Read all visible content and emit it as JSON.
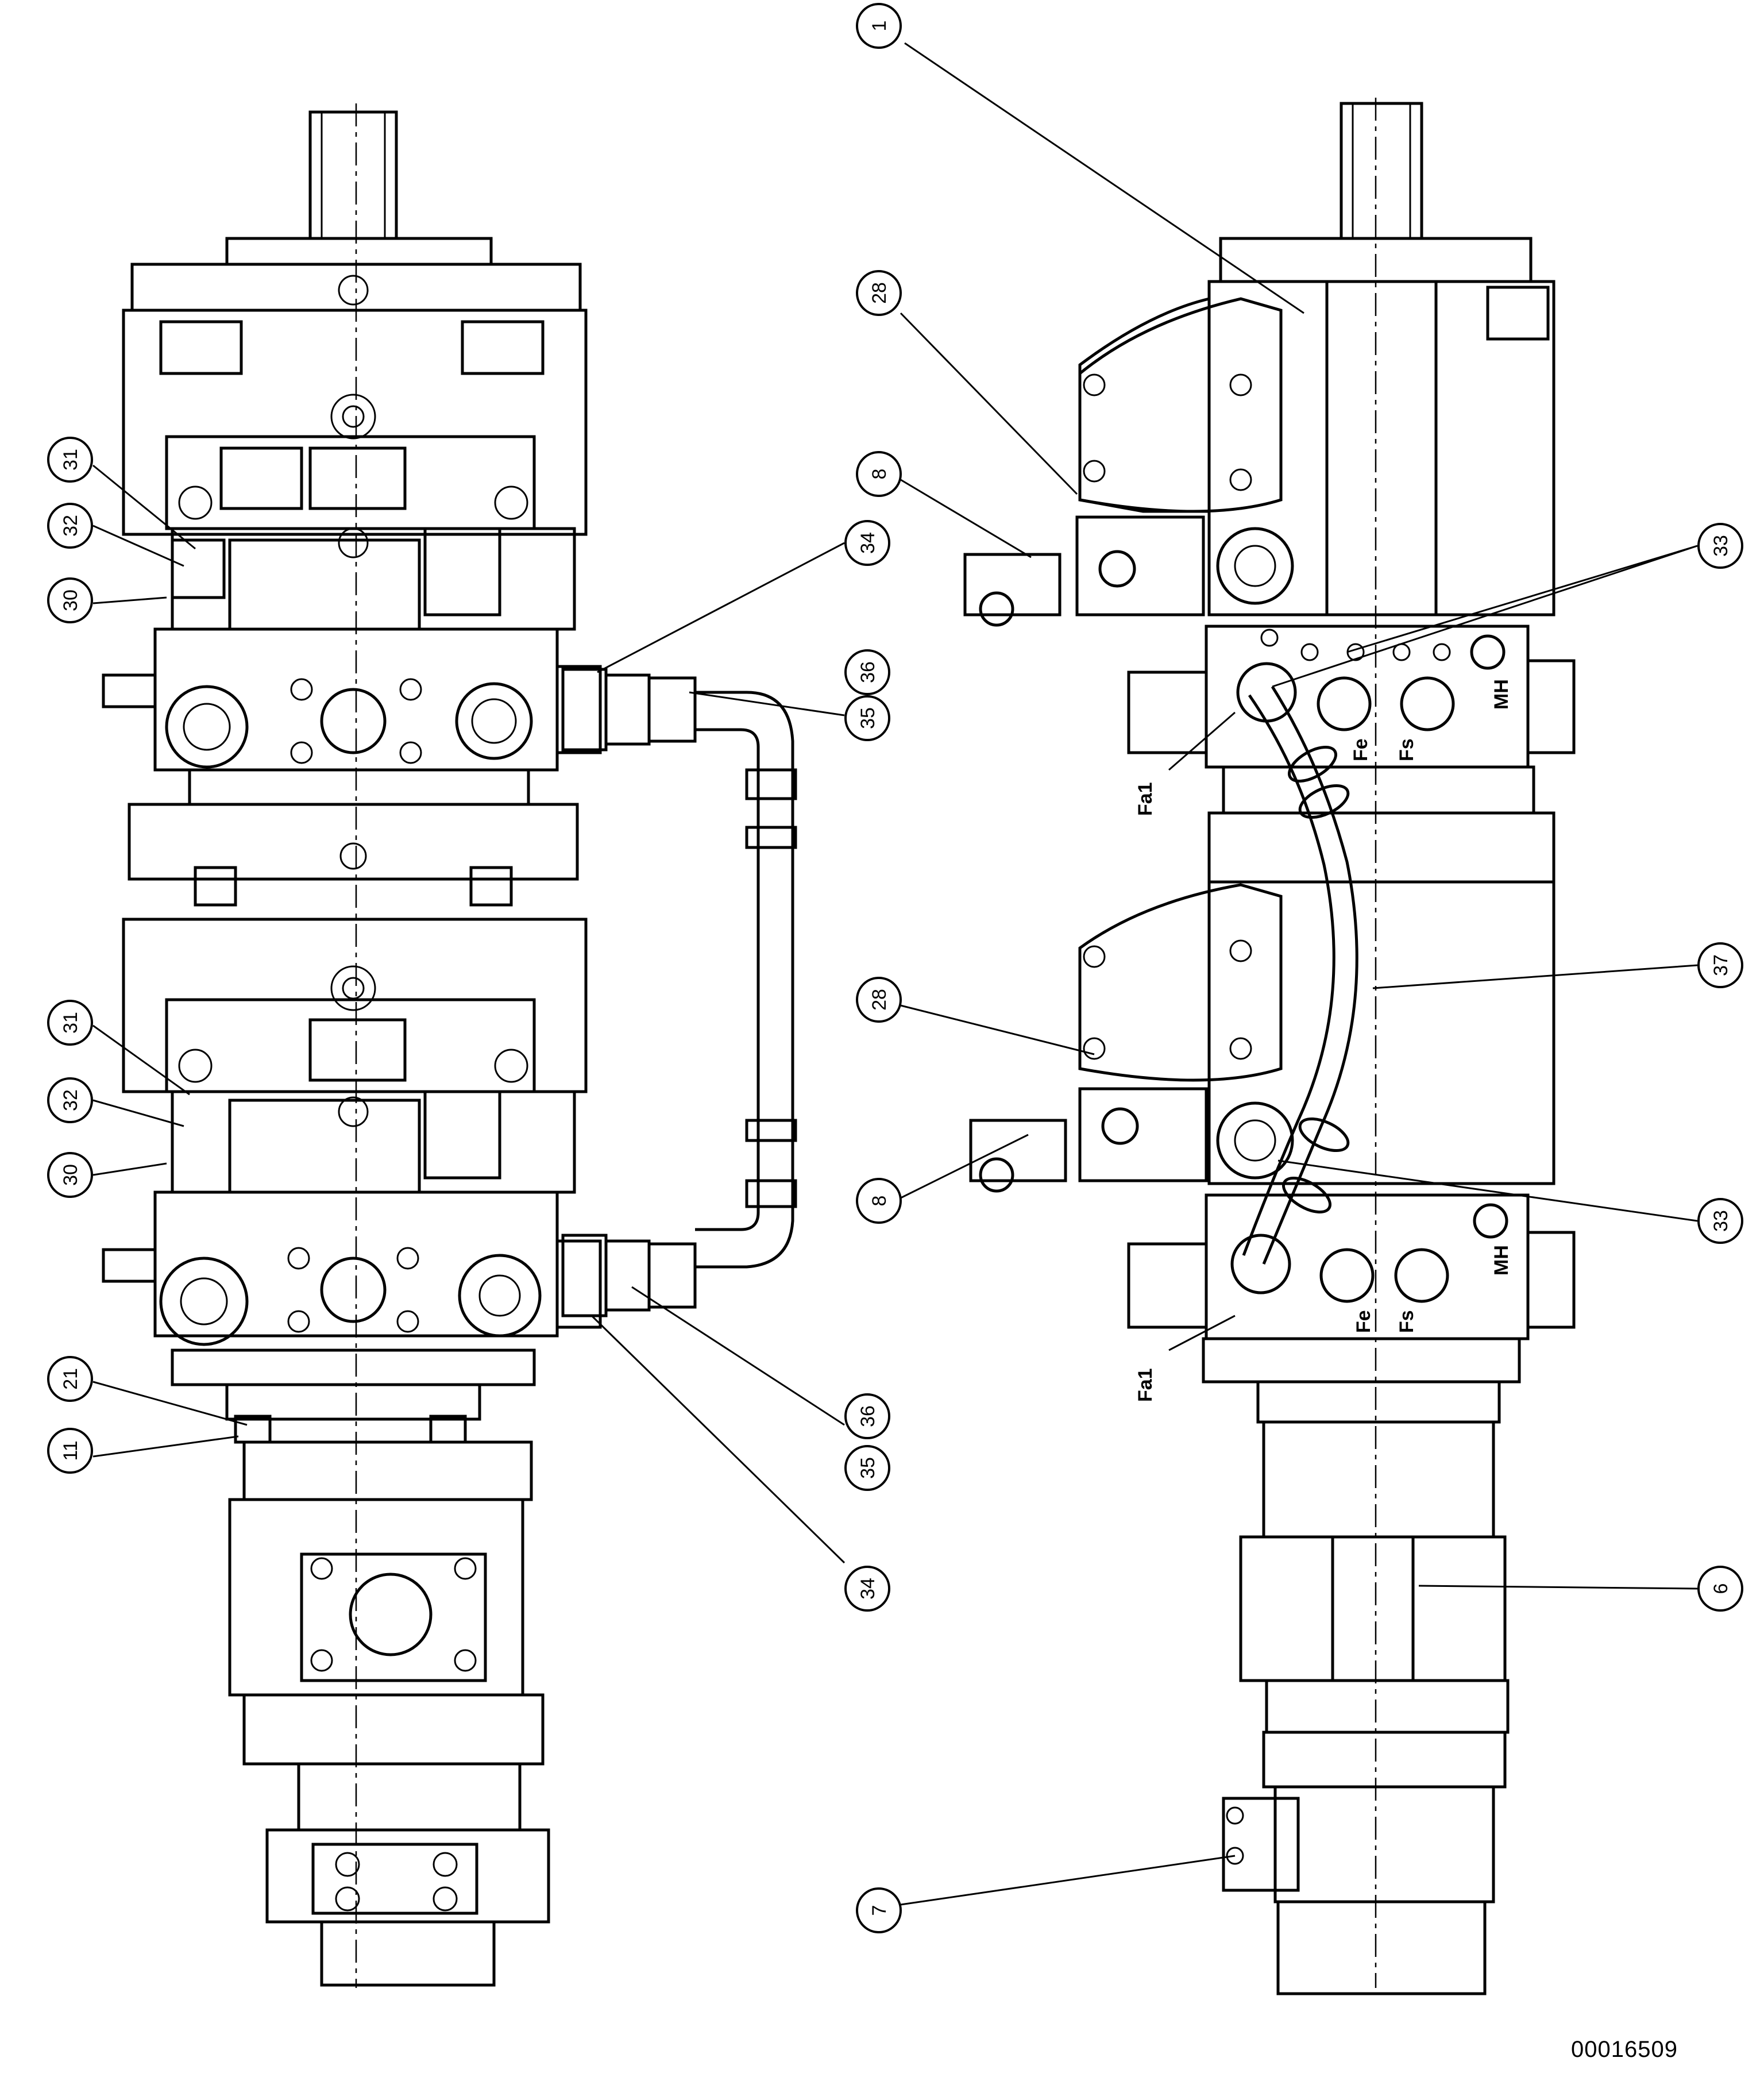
{
  "drawing_id": "00016509",
  "callouts": [
    {
      "id": "c1",
      "label": "1"
    },
    {
      "id": "c28a",
      "label": "28"
    },
    {
      "id": "c8a",
      "label": "8"
    },
    {
      "id": "c33a",
      "label": "33"
    },
    {
      "id": "c28b",
      "label": "28"
    },
    {
      "id": "c37",
      "label": "37"
    },
    {
      "id": "c8b",
      "label": "8"
    },
    {
      "id": "c33b",
      "label": "33"
    },
    {
      "id": "c6",
      "label": "6"
    },
    {
      "id": "c7",
      "label": "7"
    },
    {
      "id": "c31a",
      "label": "31"
    },
    {
      "id": "c32a",
      "label": "32"
    },
    {
      "id": "c30a",
      "label": "30"
    },
    {
      "id": "c34a",
      "label": "34"
    },
    {
      "id": "c36a",
      "label": "36"
    },
    {
      "id": "c35a",
      "label": "35"
    },
    {
      "id": "c31b",
      "label": "31"
    },
    {
      "id": "c32b",
      "label": "32"
    },
    {
      "id": "c30b",
      "label": "30"
    },
    {
      "id": "c21",
      "label": "21"
    },
    {
      "id": "c11",
      "label": "11"
    },
    {
      "id": "c36b",
      "label": "36"
    },
    {
      "id": "c35b",
      "label": "35"
    },
    {
      "id": "c34b",
      "label": "34"
    }
  ],
  "port_labels": [
    {
      "id": "fa1a",
      "label": "Fa1"
    },
    {
      "id": "fea",
      "label": "Fe"
    },
    {
      "id": "fsa",
      "label": "Fs"
    },
    {
      "id": "mha",
      "label": "MH"
    },
    {
      "id": "fa1b",
      "label": "Fa1"
    },
    {
      "id": "feb",
      "label": "Fe"
    },
    {
      "id": "fsb",
      "label": "Fs"
    },
    {
      "id": "mhb",
      "label": "MH"
    }
  ]
}
